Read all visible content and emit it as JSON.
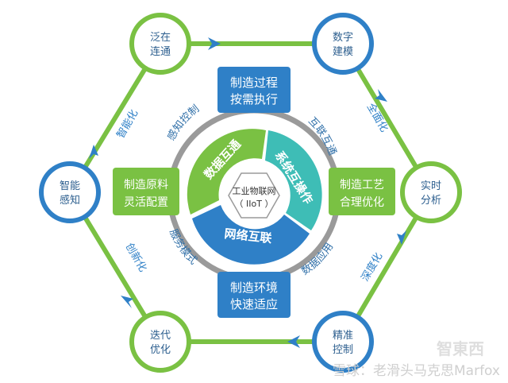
{
  "colors": {
    "green": "#7ac143",
    "blue": "#2f80c7",
    "teal": "#3ebdb6",
    "gray": "#9a9a9a",
    "light_gray": "#e6e6e6"
  },
  "center": {
    "line1": "工业物联网",
    "line2": "（ IIoT ）"
  },
  "segments": {
    "top_left": "数据互通",
    "right": "系统互操作",
    "bottom": "网络互联"
  },
  "ring_labels": {
    "top_left": "感知控制",
    "top_right": "互联互通",
    "bottom_left": "服务模式",
    "bottom_right": "数据应用"
  },
  "boxes": {
    "top": {
      "line1": "制造过程",
      "line2": "按需执行"
    },
    "left": {
      "line1": "制造原料",
      "line2": "灵活配置"
    },
    "right": {
      "line1": "制造工艺",
      "line2": "合理优化"
    },
    "bottom": {
      "line1": "制造环境",
      "line2": "快速适应"
    }
  },
  "nodes": {
    "top_left": {
      "line1": "泛在",
      "line2": "连通"
    },
    "top_right": {
      "line1": "数字",
      "line2": "建模"
    },
    "right": {
      "line1": "实时",
      "line2": "分析"
    },
    "bottom_right": {
      "line1": "精准",
      "line2": "控制"
    },
    "bottom_left": {
      "line1": "迭代",
      "line2": "优化"
    },
    "left": {
      "line1": "智能",
      "line2": "感知"
    }
  },
  "edge_labels": {
    "top_right": "全面化",
    "right": "深度化",
    "left": "创新化",
    "top_left": "智能化"
  },
  "watermark": {
    "text": "雪球：老滑头马克思Marfox",
    "logo": "智東西"
  }
}
